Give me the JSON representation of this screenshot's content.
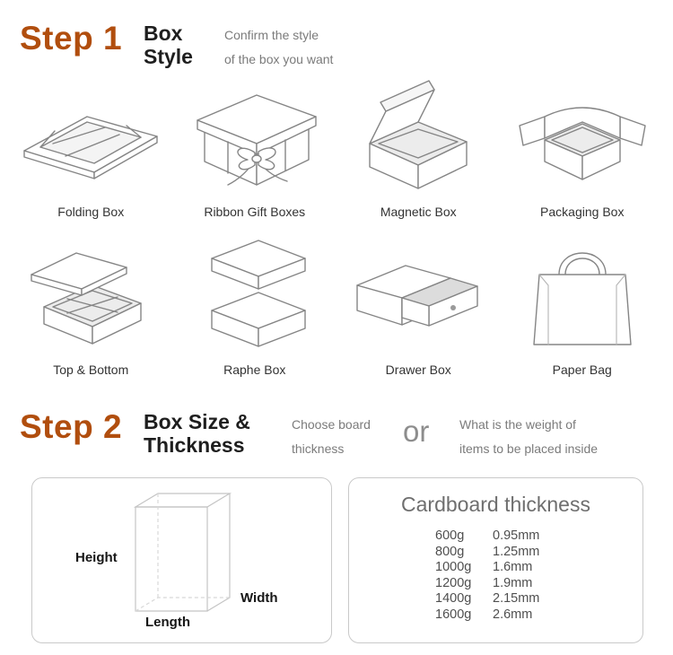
{
  "step1": {
    "step_label": "Step 1",
    "title_line1": "Box",
    "title_line2": "Style",
    "desc_line1": "Confirm the style",
    "desc_line2": "of the box you want",
    "boxes": [
      {
        "label": "Folding Box",
        "icon": "folding-box-icon"
      },
      {
        "label": "Ribbon Gift Boxes",
        "icon": "ribbon-gift-box-icon"
      },
      {
        "label": "Magnetic Box",
        "icon": "magnetic-box-icon"
      },
      {
        "label": "Packaging Box",
        "icon": "packaging-box-icon"
      },
      {
        "label": "Top & Bottom",
        "icon": "top-bottom-box-icon"
      },
      {
        "label": "Raphe Box",
        "icon": "raphe-box-icon"
      },
      {
        "label": "Drawer Box",
        "icon": "drawer-box-icon"
      },
      {
        "label": "Paper Bag",
        "icon": "paper-bag-icon"
      }
    ]
  },
  "step2": {
    "step_label": "Step 2",
    "title_line1": "Box Size &",
    "title_line2": "Thickness",
    "option1_line1": "Choose board",
    "option1_line2": "thickness",
    "or_label": "or",
    "option2_line1": "What is the weight of",
    "option2_line2": "items to be placed inside",
    "dimensions": {
      "height": "Height",
      "width": "Width",
      "length": "Length"
    },
    "thickness_table": {
      "title": "Cardboard thickness",
      "rows": [
        {
          "weight": "600g",
          "thickness": "0.95mm"
        },
        {
          "weight": "800g",
          "thickness": "1.25mm"
        },
        {
          "weight": "1000g",
          "thickness": "1.6mm"
        },
        {
          "weight": "1200g",
          "thickness": "1.9mm"
        },
        {
          "weight": "1400g",
          "thickness": "2.15mm"
        },
        {
          "weight": "1600g",
          "thickness": "2.6mm"
        }
      ]
    }
  },
  "colors": {
    "accent": "#b14e0e",
    "heading_text": "#1e1e1e",
    "muted_text": "#7b7b7b",
    "panel_border": "#c9c9c9"
  }
}
